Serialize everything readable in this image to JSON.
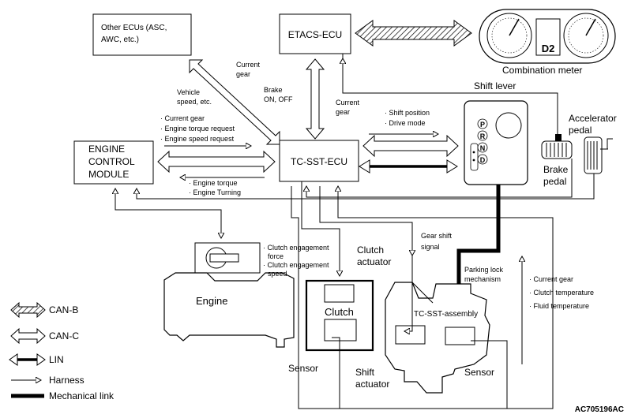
{
  "nodes": {
    "other_ecus": {
      "line1": "Other ECUs (ASC,",
      "line2": "AWC, etc.)"
    },
    "etacs": "ETACS-ECU",
    "ecm": {
      "line1": "ENGINE",
      "line2": "CONTROL",
      "line3": "MODULE"
    },
    "tc_sst_ecu": "TC-SST-ECU",
    "combination_meter": "Combination meter",
    "gear_display": "D2",
    "shift_lever": "Shift lever",
    "gear_letters": [
      "P",
      "R",
      "N",
      "D"
    ],
    "brake_pedal": {
      "line1": "Brake",
      "line2": "pedal"
    },
    "accelerator_pedal": {
      "line1": "Accelerator",
      "line2": "pedal"
    },
    "engine": "Engine",
    "clutch": "Clutch",
    "clutch_actuator": {
      "line1": "Clutch",
      "line2": "actuator"
    },
    "sensor_left": "Sensor",
    "tc_sst_assembly": "TC-SST-assembly",
    "shift_actuator": {
      "line1": "Shift",
      "line2": "actuator"
    },
    "sensor_right": "Sensor"
  },
  "annotations": {
    "current_gear_top": {
      "line1": "Current",
      "line2": "gear"
    },
    "vehicle_speed": {
      "line1": "Vehicle",
      "line2": "speed, etc."
    },
    "brake": {
      "line1": "Brake",
      "line2": "ON, OFF"
    },
    "current_gear_mid": {
      "line1": "Current",
      "line2": "gear"
    },
    "ecm_requests": [
      "· Current gear",
      "· Engine torque request",
      "· Engine speed request"
    ],
    "engine_data": [
      "· Engine torque",
      "· Engine Turning"
    ],
    "shift_lever_data": [
      "· Shift position",
      "· Drive mode"
    ],
    "clutch_engagement": [
      "· Clutch engagement",
      "force",
      "· Clutch engagement",
      "speed"
    ],
    "gear_shift_signal": {
      "line1": "Gear shift",
      "line2": "signal"
    },
    "parking_lock": {
      "line1": "Parking lock",
      "line2": "mechanism"
    },
    "assembly_data": [
      "· Current gear",
      "· Clutch temperature",
      "· Fluid temperature"
    ]
  },
  "legend": [
    "CAN-B",
    "CAN-C",
    "LIN",
    "Harness",
    "Mechanical link"
  ],
  "figure_code": "AC705196AC"
}
